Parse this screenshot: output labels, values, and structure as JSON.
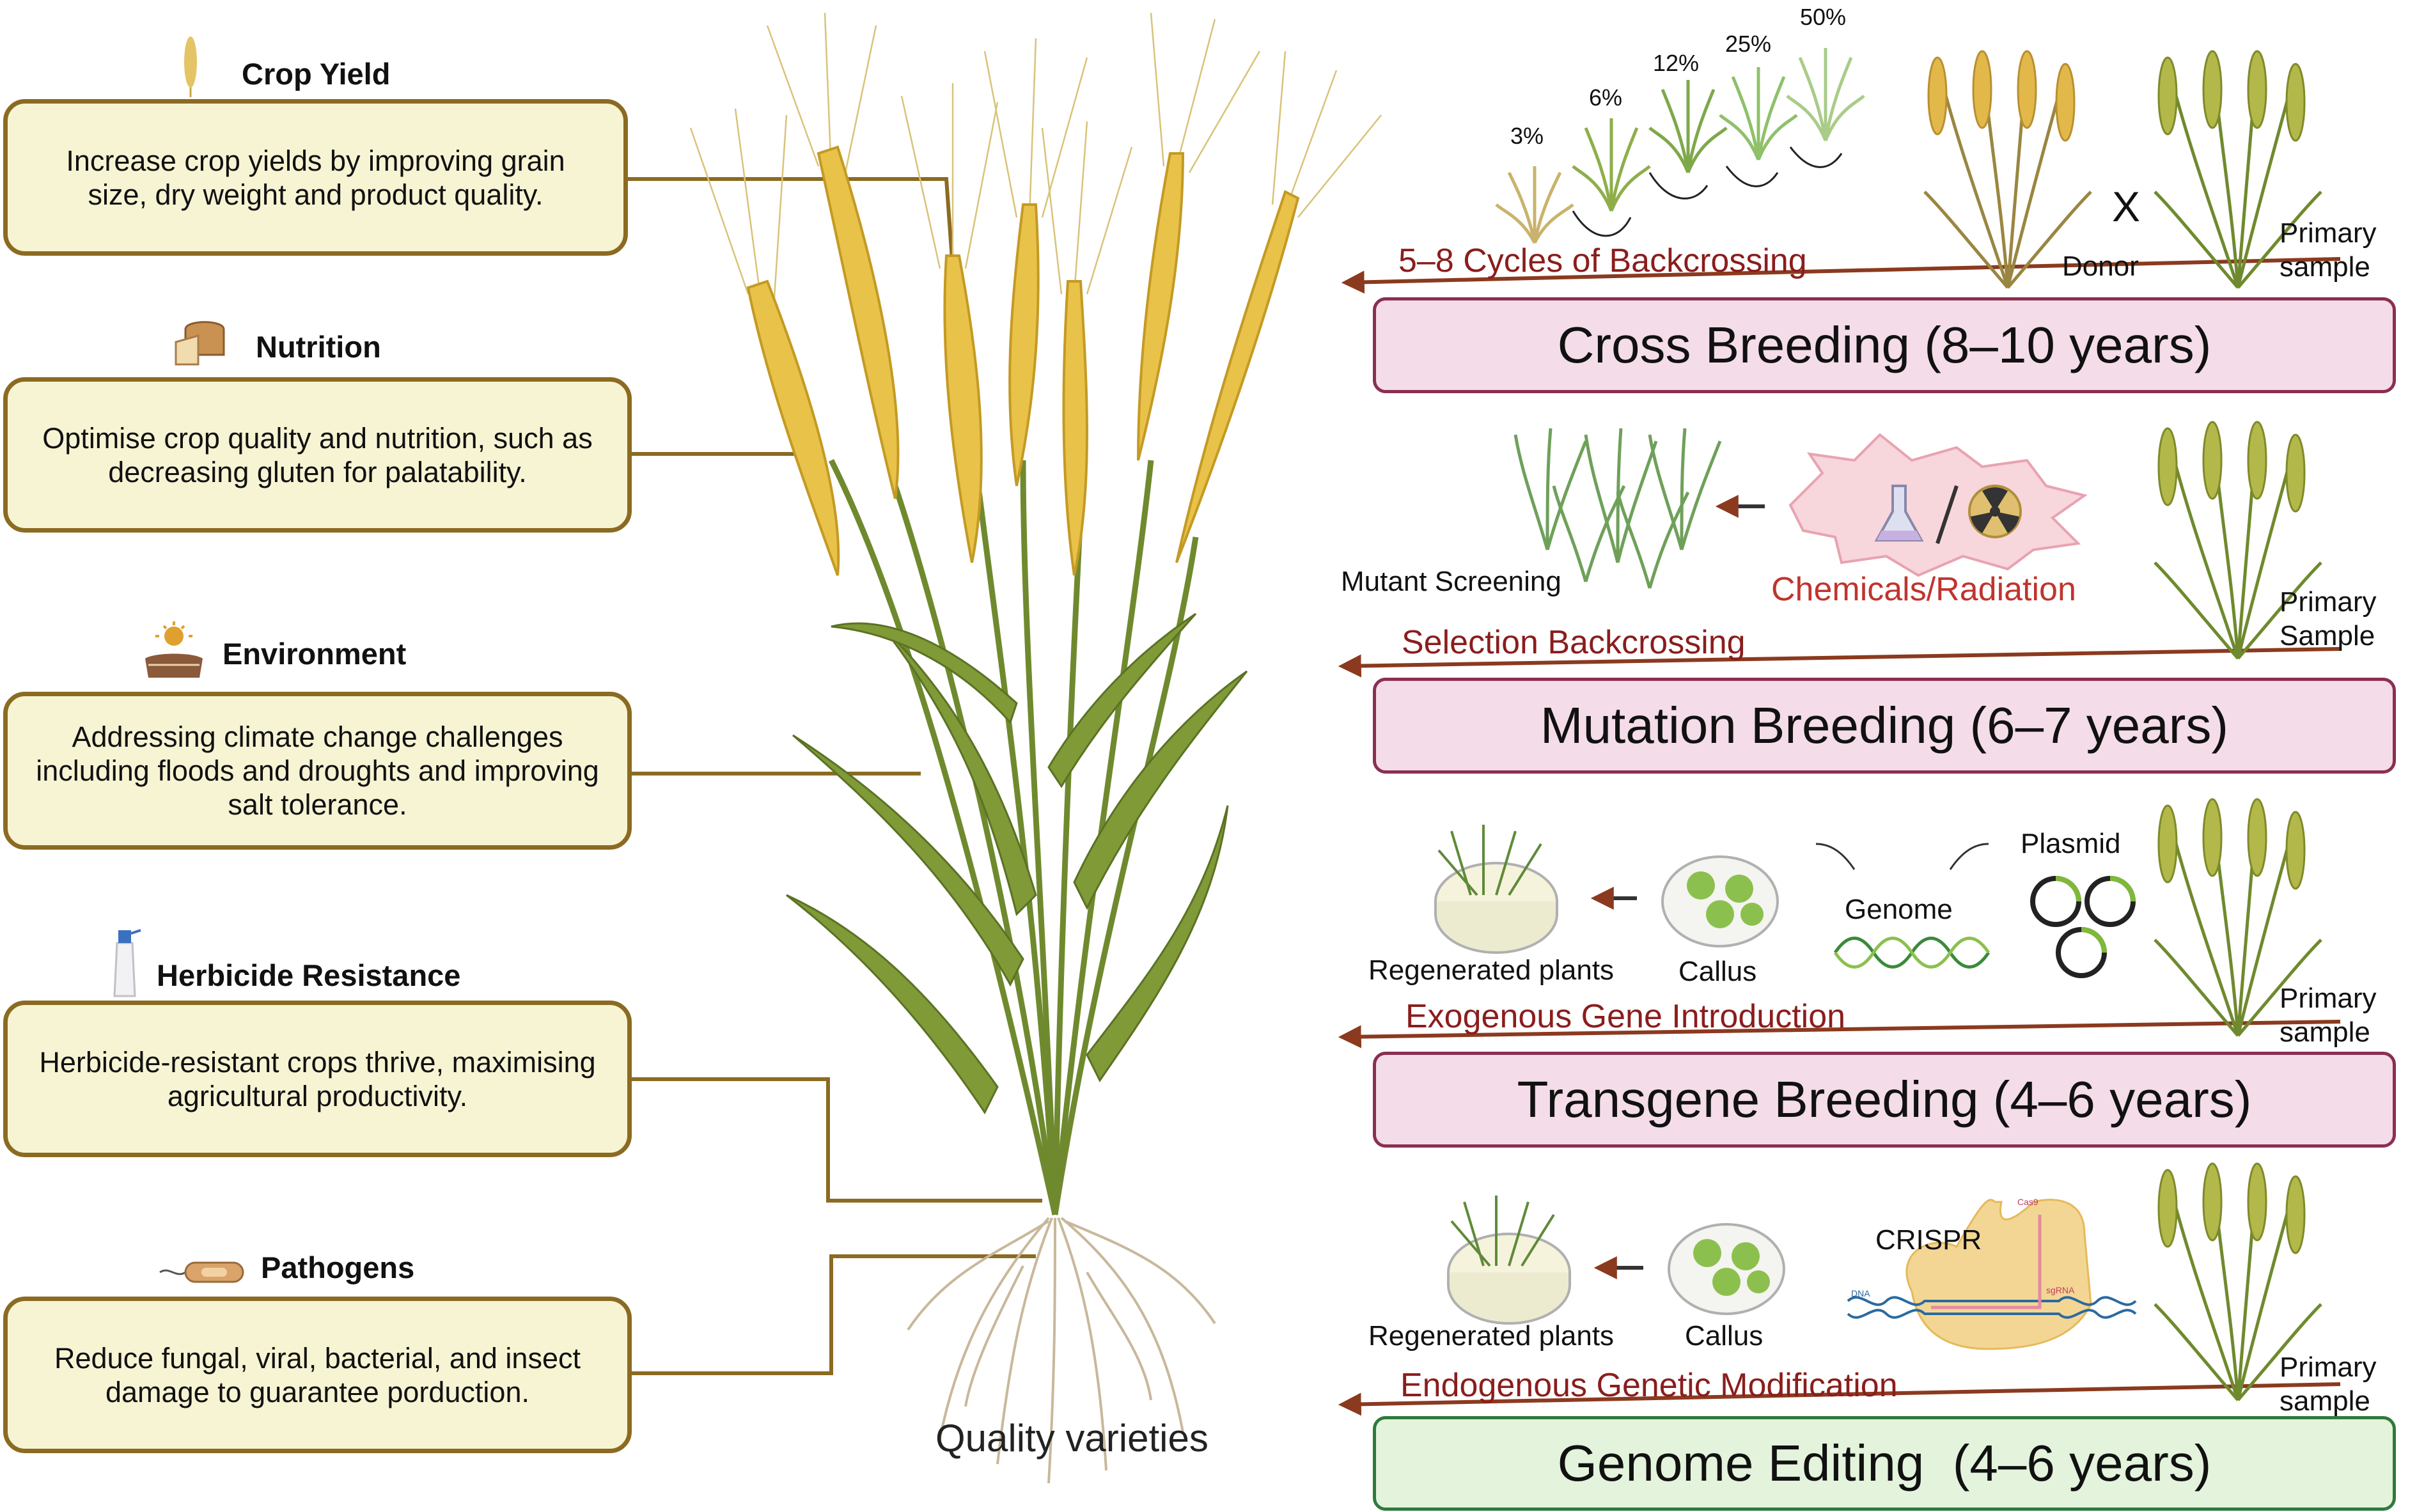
{
  "goals": [
    {
      "title": "Crop Yield",
      "text": "Increase crop yields by improving grain size, dry weight and product quality.",
      "icon": "wheat-ear-icon"
    },
    {
      "title": "Nutrition",
      "text": "Optimise crop quality and nutrition, such as decreasing gluten for palatability.",
      "icon": "bread-icon"
    },
    {
      "title": "Environment",
      "text": "Addressing climate change challenges including floods and droughts and improving salt tolerance.",
      "icon": "sun-soil-icon"
    },
    {
      "title": "Herbicide Resistance",
      "text": "Herbicide-resistant crops thrive, maximising agricultural productivity.",
      "icon": "spray-bottle-icon"
    },
    {
      "title": "Pathogens",
      "text": "Reduce fungal, viral, bacterial, and insect damage to  guarantee porduction.",
      "icon": "bacterium-icon"
    }
  ],
  "center_label": "Quality varieties",
  "methods": {
    "cross": {
      "title": "Cross Breeding (8–10 years)",
      "arrow_label": "5–8 Cycles of Backcrossing",
      "percentages": [
        "3%",
        "6%",
        "12%",
        "25%",
        "50%"
      ],
      "cross_symbol": "X",
      "donor": "Donor",
      "primary": "Primary\nsample"
    },
    "mutation": {
      "title": "Mutation Breeding (6–7 years)",
      "arrow_label": "Selection Backcrossing",
      "screening": "Mutant Screening",
      "agent": "Chemicals/Radiation",
      "primary": "Primary\nSample"
    },
    "transgene": {
      "title": "Transgene Breeding (4–6 years)",
      "arrow_label": "Exogenous Gene Introduction",
      "regenerated": "Regenerated plants",
      "callus": "Callus",
      "genome": "Genome",
      "plasmid": "Plasmid",
      "primary": "Primary\nsample"
    },
    "editing": {
      "title": "Genome Editing  (4–6 years)",
      "arrow_label": "Endogenous Genetic Modification",
      "regenerated": "Regenerated plants",
      "callus": "Callus",
      "crispr": "CRISPR",
      "cas9": "Cas9",
      "dna": "DNA",
      "sgrna": "sgRNA",
      "primary": "Primary\nsample"
    }
  },
  "colors": {
    "connector": "#8b6b22",
    "goal_fill": "#f7f4d4",
    "method_fill_pink": "#f4dce8",
    "method_border_pink": "#8a2f52",
    "method_fill_green": "#e3f3dc",
    "arrow": "#8b3a1f",
    "step_text": "#8b1d1d",
    "agent_text": "#c0342e",
    "wheat_gold": "#e9c24a",
    "wheat_green": "#9fae3c",
    "stem": "#6f8a2e"
  }
}
